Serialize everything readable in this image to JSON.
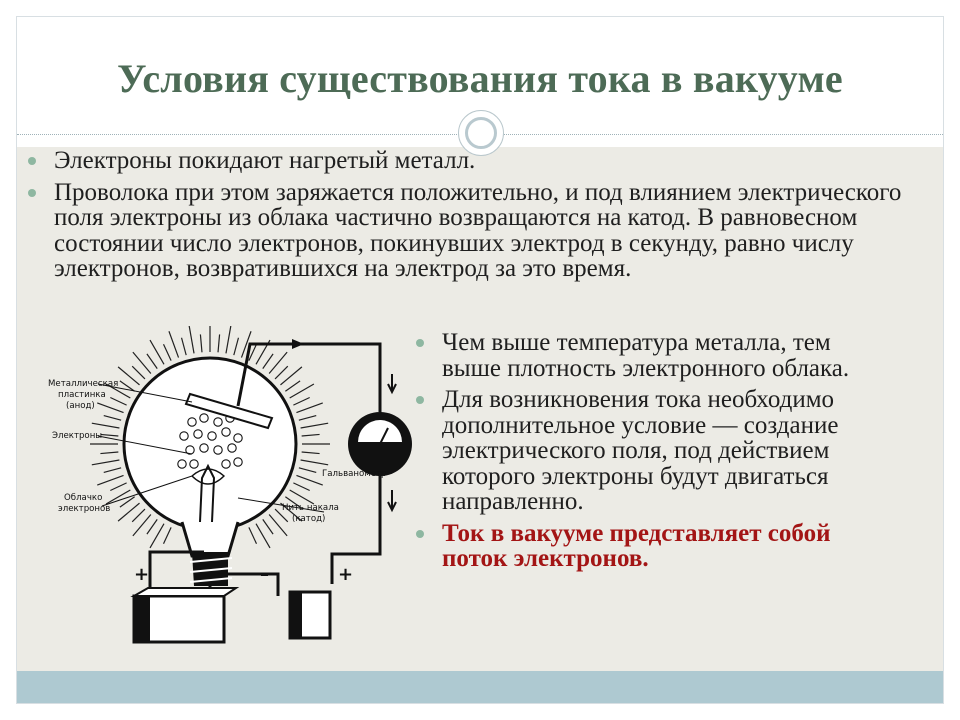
{
  "title": "Условия существования тока в вакууме",
  "colors": {
    "title": "#4d6b56",
    "bullet": "#8eb7a1",
    "emphasis": "#a31515",
    "panel": "#ecebe5",
    "footer_bar": "#aec9d1"
  },
  "bullets_top": [
    "Электроны покидают нагретый металл.",
    "Проволока при этом заряжается положительно, и под влиянием электрического поля электроны из облака частично возвращаются на катод. В равновесном состоянии число электронов, покинувших электрод в секунду, равно числу электронов, возвратившихся на электрод за это время."
  ],
  "bullets_right": [
    "Чем выше температура металла, тем выше плотность электронного облака.",
    "Для возникновения тока необходимо дополнительное условие — создание электрического поля, под действием которого электроны будут двигаться направленно.",
    "Ток в вакууме представляет собой поток электронов."
  ],
  "diagram": {
    "labels": {
      "anode_1": "Металлическая",
      "anode_2": "пластинка",
      "anode_3": "(анод)",
      "electrons": "Электроны",
      "cloud_1": "Облачко",
      "cloud_2": "электронов",
      "galvanometer": "Гальванометр",
      "cathode_1": "Нить накала",
      "cathode_2": "(катод)"
    },
    "signs": {
      "plus_left": "+",
      "minus_left": "–",
      "minus_right": "–",
      "plus_right": "+"
    }
  }
}
